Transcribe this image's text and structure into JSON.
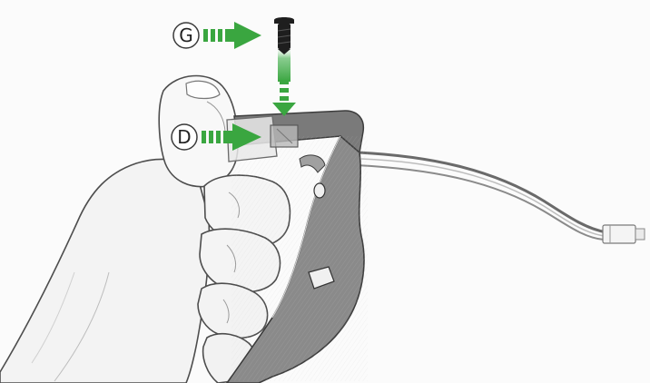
{
  "callouts": [
    {
      "letter": "G",
      "target": "screw"
    },
    {
      "letter": "D",
      "target": "bracket-slot"
    }
  ],
  "colors": {
    "arrow": "#3aa640",
    "arrow_light": "#9fd6a3",
    "screw": "#1e1e1e",
    "sketch_line": "#555555",
    "bracket": "#5a5a5a",
    "background": "#fbfbfb"
  },
  "icons": {
    "screw": "screw-icon",
    "arrow": "arrow-right-icon"
  }
}
